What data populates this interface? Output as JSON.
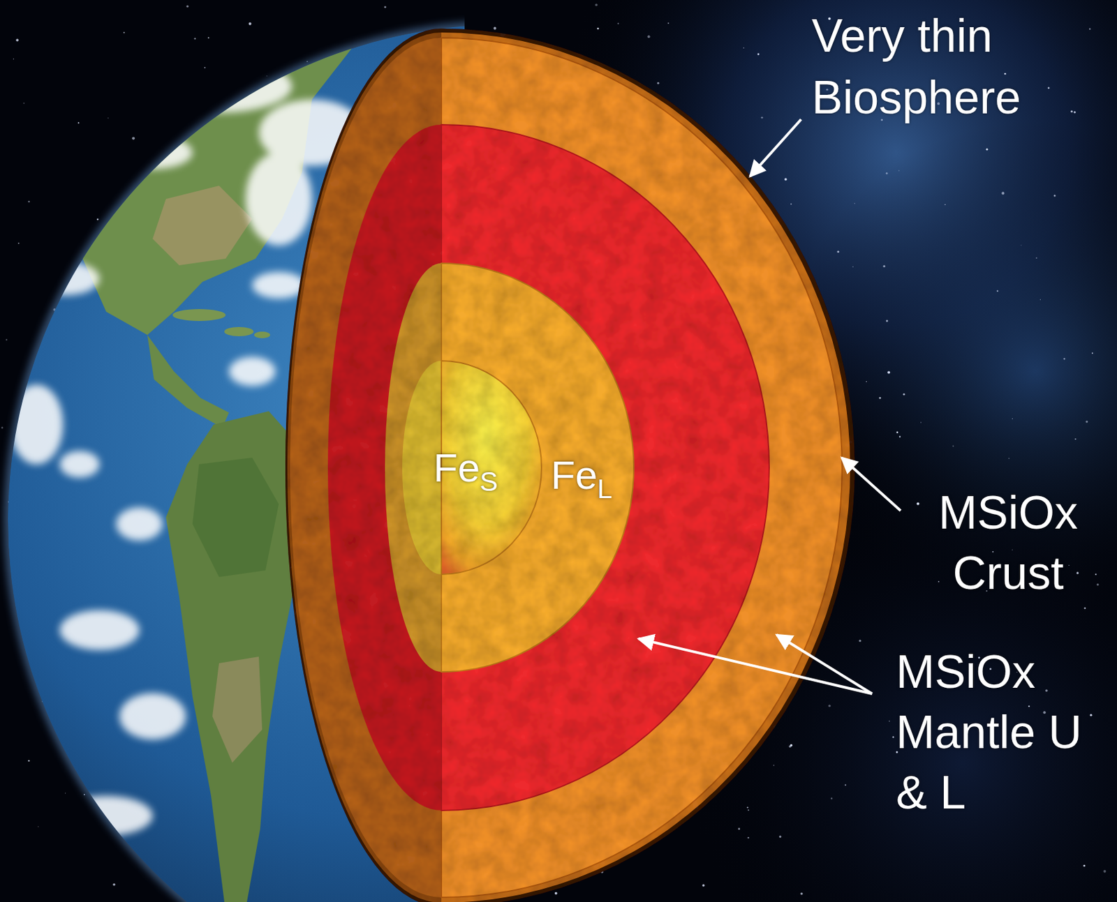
{
  "diagram": {
    "labels": [
      "Very thin Biosphere",
      "MSiOx Crust",
      "MSiOx Mantle U & L",
      "FeS",
      "FeL"
    ]
  }
}
